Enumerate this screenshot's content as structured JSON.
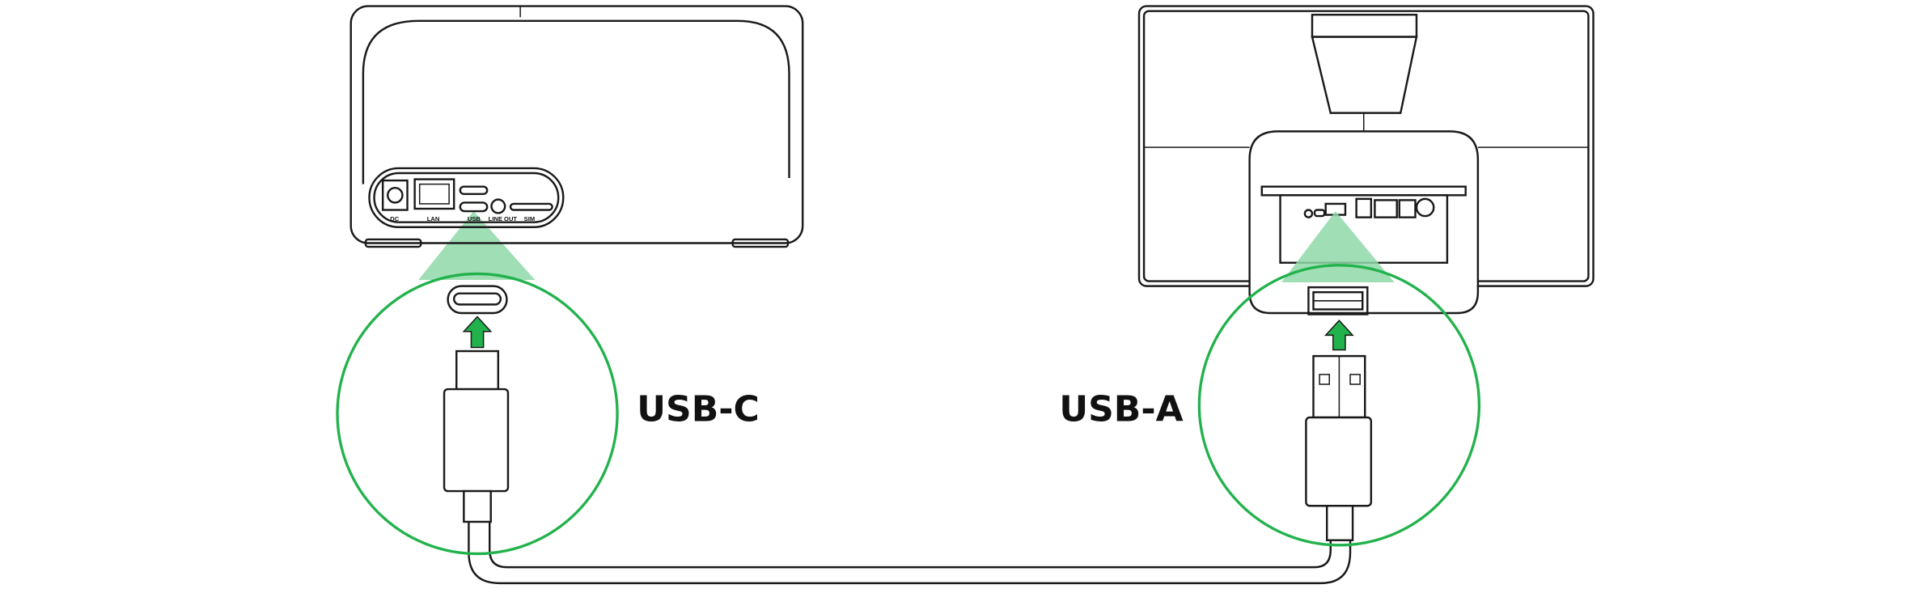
{
  "colors": {
    "highlight": "#22b24c",
    "beam": "#8fd8a8",
    "line": "#1a1a1a"
  },
  "left_device": {
    "port_labels": {
      "dc": "DC",
      "lan": "LAN",
      "usb": "USB",
      "line_out": "LINE OUT",
      "sim": "SIM"
    }
  },
  "labels": {
    "left_connector": "USB-C",
    "right_connector": "USB-A"
  },
  "icons": {
    "arrow": "arrow-up-icon"
  }
}
